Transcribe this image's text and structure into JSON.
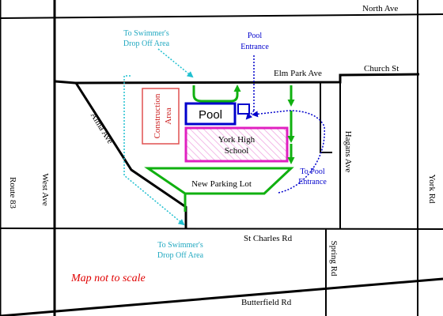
{
  "colors": {
    "road": "#000000",
    "construction": "#e05050",
    "pool": "#0000cc",
    "school": "#e020c0",
    "parking": "#10b010",
    "swimmer_route": "#20c0d0",
    "pool_route": "#0000cc",
    "note": "#e00000",
    "background": "#ffffff"
  },
  "roads": {
    "north_ave": "North Ave",
    "church_st": "Church St",
    "elm_park_ave": "Elm Park Ave",
    "st_charles_rd": "St Charles Rd",
    "butterfield_rd": "Butterfield Rd",
    "route_83": "Route 83",
    "west_ave": "West Ave",
    "alma_ave": "Alma Ave",
    "hagans_ave": "Hagans Ave",
    "spring_rd": "Spring Rd",
    "york_rd": "York Rd"
  },
  "areas": {
    "construction_line1": "Construction",
    "construction_line2": "Area",
    "pool": "Pool",
    "school_line1": "York High",
    "school_line2": "School",
    "parking": "New Parking Lot"
  },
  "annotations": {
    "swimmer_top_line1": "To Swimmer's",
    "swimmer_top_line2": "Drop Off Area",
    "swimmer_bottom_line1": "To Swimmer's",
    "swimmer_bottom_line2": "Drop Off Area",
    "pool_entrance_top_line1": "Pool",
    "pool_entrance_top_line2": "Entrance",
    "pool_entrance_right_line1": "To Pool",
    "pool_entrance_right_line2": "Entrance"
  },
  "note": "Map not to scale"
}
